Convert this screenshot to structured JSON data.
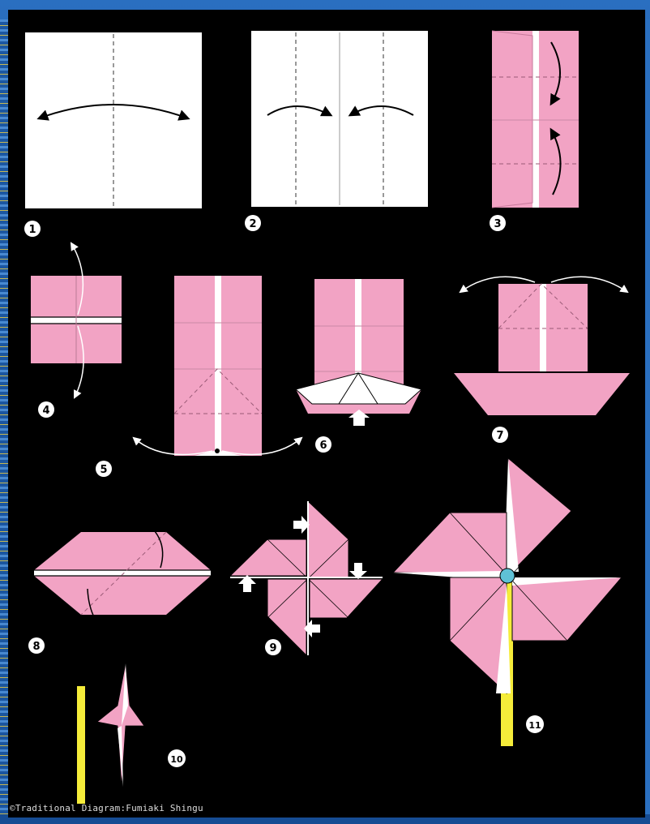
{
  "diagram": {
    "steps": [
      {
        "id": "1",
        "label": "1"
      },
      {
        "id": "2",
        "label": "2"
      },
      {
        "id": "3",
        "label": "3"
      },
      {
        "id": "4",
        "label": "4"
      },
      {
        "id": "5",
        "label": "5"
      },
      {
        "id": "6",
        "label": "6"
      },
      {
        "id": "7",
        "label": "7"
      },
      {
        "id": "8",
        "label": "8"
      },
      {
        "id": "9",
        "label": "9"
      },
      {
        "id": "10",
        "label": "10"
      },
      {
        "id": "11",
        "label": "11"
      }
    ],
    "credit": "©Traditional Diagram:Fumiaki Shingu"
  },
  "colors": {
    "paper_front": "#ffffff",
    "paper_back": "#f2a3c4",
    "background": "#000000",
    "stick": "#f5ec3a",
    "pin": "#5fc1d6",
    "frame": "#1b56a0"
  }
}
